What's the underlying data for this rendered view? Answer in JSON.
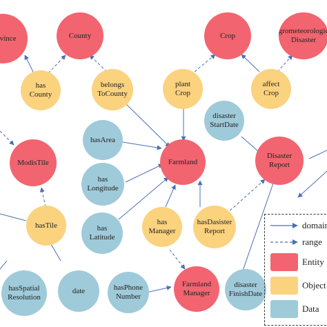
{
  "colors": {
    "entity": "#f2646f",
    "object": "#fbd27e",
    "data": "#9fcad9",
    "edge": "#4a6fb5"
  },
  "nodes": {
    "province": "Province",
    "county": "County",
    "crop": "Crop",
    "agro_disaster": [
      "Agrometeorological",
      "Disaster"
    ],
    "has_county": [
      "has",
      "County"
    ],
    "belongs_to_county": [
      "belongs",
      "ToCounty"
    ],
    "plant_crop": [
      "plant",
      "Crop"
    ],
    "affect_crop": [
      "affect",
      "Crop"
    ],
    "disaster_start_date": [
      "disaster",
      "StartDate"
    ],
    "has_area": "hasArea",
    "modis_tile": "ModisTile",
    "farmland": "Farmland",
    "disaster_report": [
      "Disaster",
      "Report"
    ],
    "has_longitude": [
      "has",
      "Longitude"
    ],
    "has_tile": "hasTile",
    "has_latitude": [
      "has",
      "Latitude"
    ],
    "has_manager": [
      "has",
      "Manager"
    ],
    "has_disaster_report": [
      "hasDasister",
      "Report"
    ],
    "has_spatial_resolution": [
      "hasSpatial",
      "Resolution"
    ],
    "date": "date",
    "has_phone_number": [
      "hasPhone",
      "Number"
    ],
    "farmland_manager": [
      "Farmland",
      "Manager"
    ],
    "disaster_finish_date": [
      "disaster",
      "FinishDate"
    ]
  },
  "legend": {
    "domain": "domain",
    "range": "range",
    "entity": "Entity",
    "object": "Object",
    "data": "Data"
  }
}
